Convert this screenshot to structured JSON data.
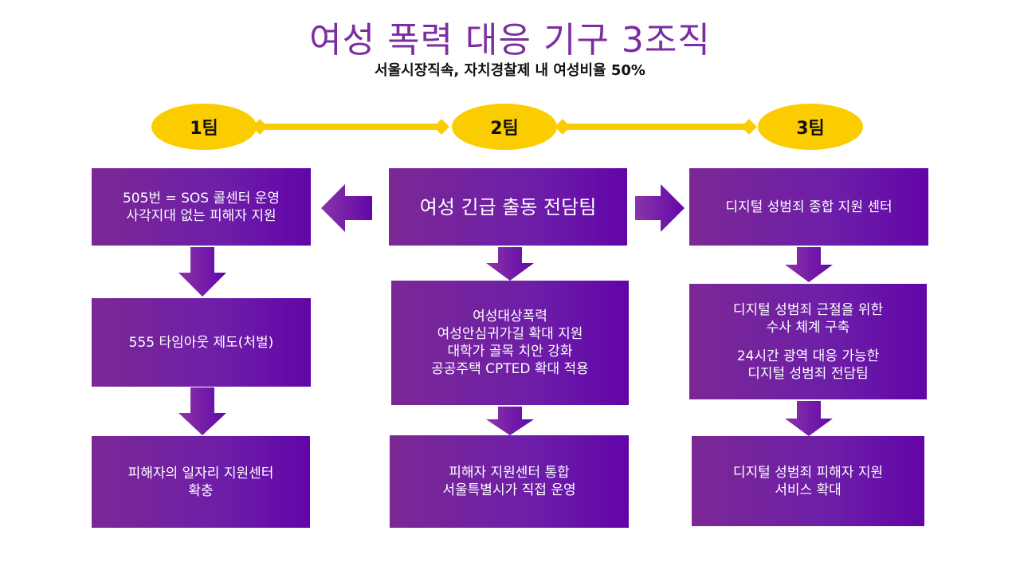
{
  "header": {
    "title": "여성 폭력 대응 기구 3조직",
    "subtitle": "서울시장직속, 자치경찰제 내 여성비율 50%"
  },
  "teams": [
    {
      "label": "1팀"
    },
    {
      "label": "2팀"
    },
    {
      "label": "3팀"
    }
  ],
  "colors": {
    "accent_yellow": "#fbcd00",
    "box_purple": "#6d1ea8",
    "title_purple": "#7b2ea2"
  },
  "columns": {
    "team1": {
      "boxes": [
        {
          "lines": [
            "505번 = SOS 콜센터 운영",
            "사각지대 없는 피해자 지원"
          ]
        },
        {
          "lines": [
            "555 타임아웃 제도(처벌)"
          ]
        },
        {
          "lines": [
            "피해자의 일자리 지원센터",
            "확충"
          ]
        }
      ]
    },
    "team2": {
      "boxes": [
        {
          "lines": [
            "여성 긴급 출동 전담팀"
          ]
        },
        {
          "lines": [
            "여성대상폭력",
            "여성안심귀가길 확대 지원",
            "대학가 골목 치안 강화",
            "공공주택 CPTED  확대 적용"
          ]
        },
        {
          "lines": [
            "피해자 지원센터 통합",
            "서울특별시가 직접 운영"
          ]
        }
      ]
    },
    "team3": {
      "boxes": [
        {
          "lines": [
            "디지털 성범죄 종합 지원 센터"
          ]
        },
        {
          "lines": [
            "디지털 성범죄 근절을 위한",
            "수사 체계 구축",
            "24시간 광역 대응 가능한",
            "디지털 성범죄 전담팀"
          ]
        },
        {
          "lines": [
            "디지털 성범죄 피해자 지원",
            "서비스 확대"
          ]
        }
      ]
    }
  }
}
